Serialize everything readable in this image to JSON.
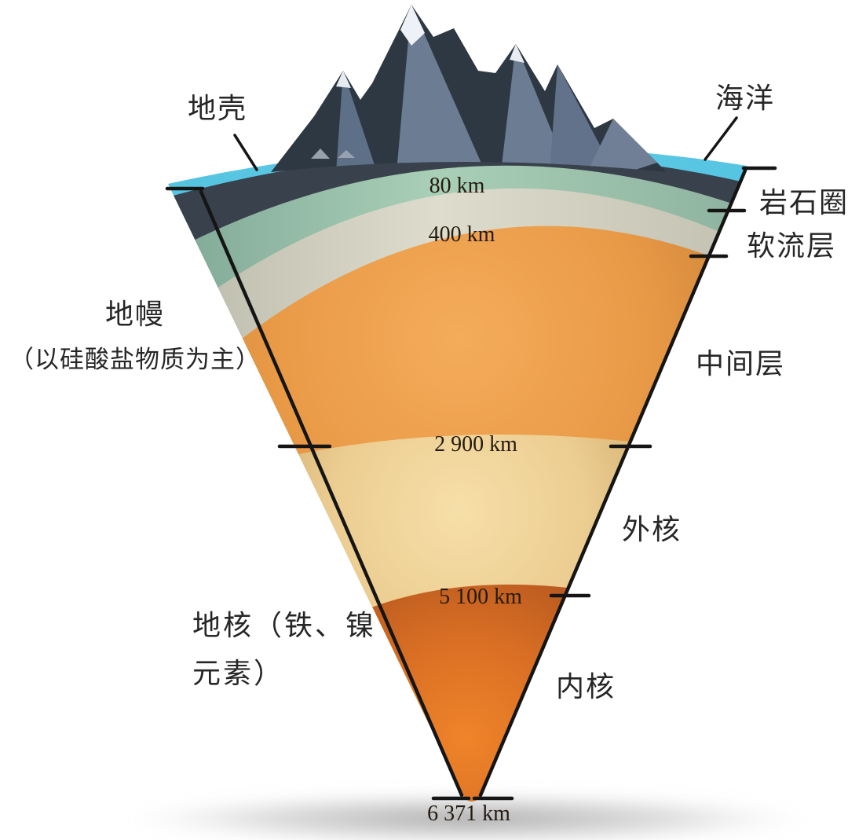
{
  "diagram": {
    "labels": {
      "crust": "地壳",
      "ocean": "海洋",
      "lithosphere": "岩石圈",
      "asthenosphere": "软流层",
      "mantle_line1": "地幔",
      "mantle_line2": "（以硅酸盐物质为主）",
      "middle_layer": "中间层",
      "outer_core": "外核",
      "core_line1": "地核（铁、镍",
      "core_line2": "元素）",
      "inner_core": "内核"
    },
    "depths": {
      "d80": "80 km",
      "d400": "400 km",
      "d2900": "2 900 km",
      "d5100": "5 100 km",
      "d6371": "6 371 km"
    },
    "layers": [
      {
        "label": "海洋",
        "color": "#56c6e3"
      },
      {
        "label": "地壳",
        "color": "#39424c"
      },
      {
        "label": "岩石圈",
        "color": "#a9cfb7"
      },
      {
        "label": "软流层",
        "color": "#dedccd"
      },
      {
        "label": "地幔（中间层）",
        "color": "#e99a47"
      },
      {
        "label": "外核",
        "color": "#eecf93"
      },
      {
        "label": "内核",
        "color": "#d96f24"
      }
    ],
    "colors": {
      "line": "#151515",
      "label_text": "#262626",
      "depth_text": "#241a11",
      "mountain_dark": "#2e3843",
      "mountain_face": "#6b7c93",
      "snow": "#eef1f5",
      "shadow": "#8d8d8d"
    }
  }
}
